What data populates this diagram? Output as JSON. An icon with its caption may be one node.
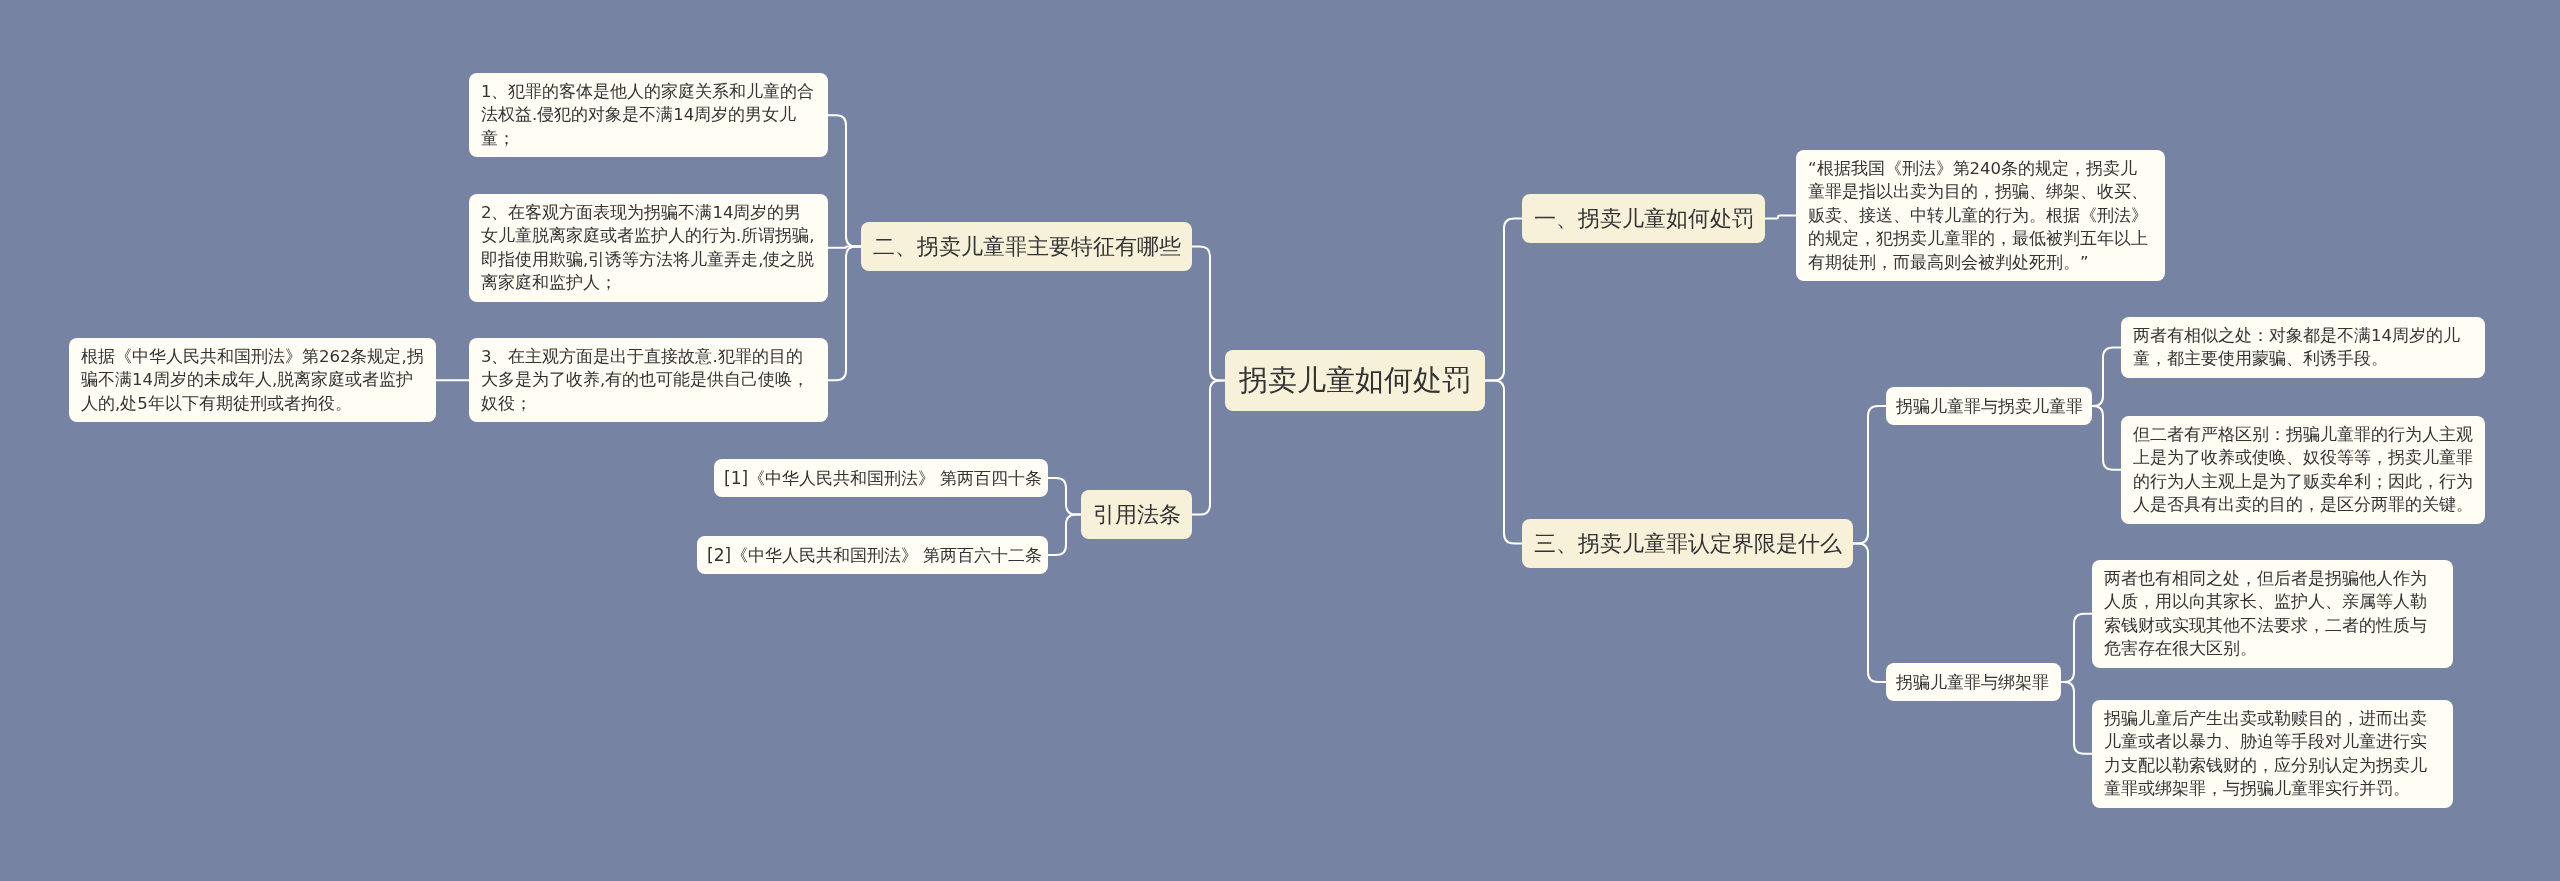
{
  "diagram": {
    "nodes": [
      {
        "text": [
          "拐卖儿童如何处罚"
        ]
      },
      {
        "text": [
          "二、拐卖儿童罪主要特征有哪些"
        ]
      },
      {
        "text": [
          "1、犯罪的客体是他人的家庭关系和儿童的合法权益.侵犯的对象是不满14周岁的男女儿童；"
        ]
      },
      {
        "text": [
          "2、在客观方面表现为拐骗不满14周岁的男女儿童脱离家庭或者监护人的行为.所谓拐骗,即指使用欺骗,引诱等方法将儿童弄走,使之脱离家庭和监护人；"
        ]
      },
      {
        "text": [
          "3、在主观方面是出于直接故意.犯罪的目的大多是为了收养,有的也可能是供自己使唤，奴役；"
        ]
      },
      {
        "text": [
          "根据《中华人民共和国刑法》第262条规定,拐骗不满14周岁的未成年人,脱离家庭或者监护人的,处5年以下有期徒刑或者拘役。"
        ]
      },
      {
        "text": [
          "引用法条"
        ]
      },
      {
        "text": [
          "[1]《中华人民共和国刑法》 第两百四十条"
        ]
      },
      {
        "text": [
          "[2]《中华人民共和国刑法》 第两百六十二条"
        ]
      },
      {
        "text": [
          "一、拐卖儿童如何处罚"
        ]
      },
      {
        "text": [
          "“根据我国《刑法》第240条的规定，拐卖儿童罪是指以出卖为目的，拐骗、绑架、收买、贩卖、接送、中转儿童的行为。根据《刑法》的规定，犯拐卖儿童罪的，最低被判五年以上有期徒刑，而最高则会被判处死刑。”"
        ]
      },
      {
        "text": [
          "三、拐卖儿童罪认定界限是什么"
        ]
      },
      {
        "text": [
          "拐骗儿童罪与拐卖儿童罪"
        ]
      },
      {
        "text": [
          "两者有相似之处：对象都是不满14周岁的儿童，都主要使用蒙骗、利诱手段。"
        ]
      },
      {
        "text": [
          "但二者有严格区别：拐骗儿童罪的行为人主观上是为了收养或使唤、奴役等等，拐卖儿童罪的行为人主观上是为了贩卖牟利；因此，行为人是否具有出卖的目的，是区分两罪的关键。"
        ]
      },
      {
        "text": [
          "拐骗儿童罪与绑架罪"
        ]
      },
      {
        "text": [
          "两者也有相同之处，但后者是拐骗他人作为人质，用以向其家长、监护人、亲属等人勒索钱财或实现其他不法要求，二者的性质与危害存在很大区别。"
        ]
      },
      {
        "text": [
          "拐骗儿童后产生出卖或勒赎目的，进而出卖儿童或者以暴力、胁迫等手段对儿童进行实力支配以勒索钱财的，应分别认定为拐卖儿童罪或绑架罪，与拐骗儿童罪实行并罚。"
        ]
      }
    ],
    "edges": [
      {
        "from": 0,
        "to": 1,
        "arrow": "none"
      },
      {
        "from": 1,
        "to": 2,
        "arrow": "none"
      },
      {
        "from": 1,
        "to": 3,
        "arrow": "none"
      },
      {
        "from": 1,
        "to": 4,
        "arrow": "none"
      },
      {
        "from": 4,
        "to": 5,
        "arrow": "none"
      },
      {
        "from": 0,
        "to": 6,
        "arrow": "none"
      },
      {
        "from": 6,
        "to": 7,
        "arrow": "none"
      },
      {
        "from": 6,
        "to": 8,
        "arrow": "none"
      },
      {
        "from": 0,
        "to": 9,
        "arrow": "none"
      },
      {
        "from": 9,
        "to": 10,
        "arrow": "none"
      },
      {
        "from": 0,
        "to": 11,
        "arrow": "none"
      },
      {
        "from": 11,
        "to": 12,
        "arrow": "none"
      },
      {
        "from": 12,
        "to": 13,
        "arrow": "none"
      },
      {
        "from": 12,
        "to": 14,
        "arrow": "none"
      },
      {
        "from": 11,
        "to": 15,
        "arrow": "none"
      },
      {
        "from": 15,
        "to": 16,
        "arrow": "none"
      },
      {
        "from": 15,
        "to": 17,
        "arrow": "none"
      }
    ]
  }
}
